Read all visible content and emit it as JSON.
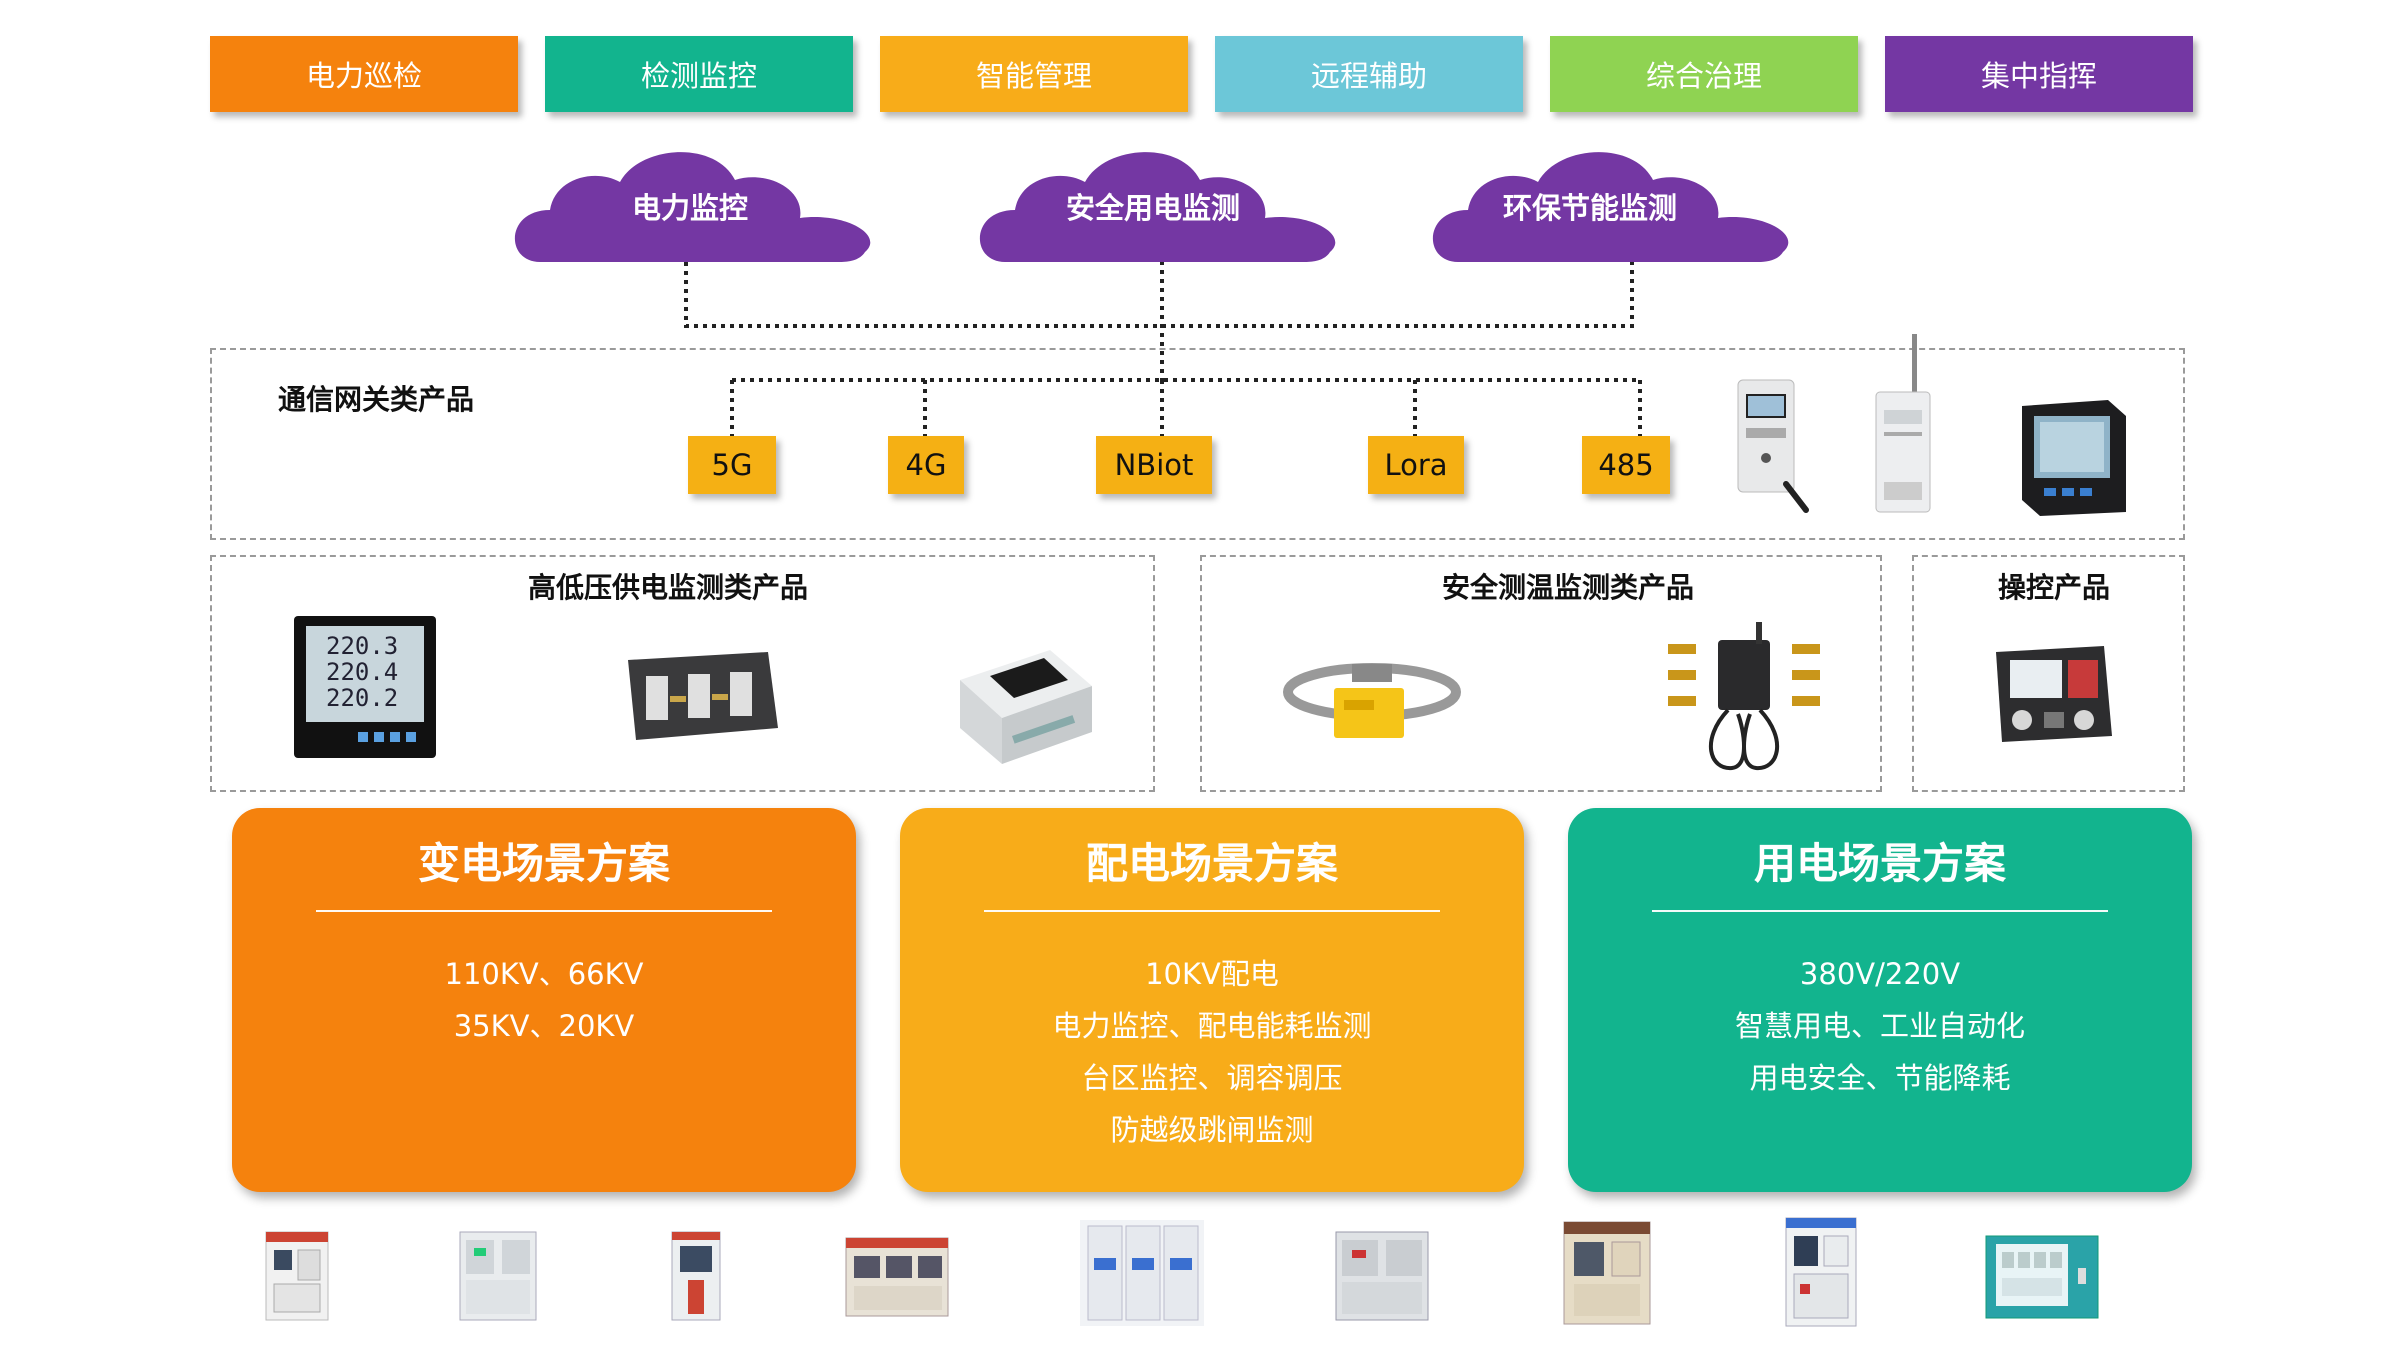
{
  "categories": [
    {
      "label": "电力巡检",
      "color": "#f5820d"
    },
    {
      "label": "检测监控",
      "color": "#12b48e"
    },
    {
      "label": "智能管理",
      "color": "#f8ac19"
    },
    {
      "label": "远程辅助",
      "color": "#6cc7d8"
    },
    {
      "label": "综合治理",
      "color": "#8fd352"
    },
    {
      "label": "集中指挥",
      "color": "#7437a3"
    }
  ],
  "clouds": [
    "电力监控",
    "安全用电监测",
    "环保节能监测"
  ],
  "gateway": {
    "title": "通信网关类产品",
    "protocols": [
      "5G",
      "4G",
      "NBiot",
      "Lora",
      "485"
    ]
  },
  "sections": {
    "hv": "高低压供电监测类产品",
    "temp": "安全测温监测类产品",
    "control": "操控产品"
  },
  "meter_readings": [
    "220.3",
    "220.4",
    "220.2"
  ],
  "scenarios": [
    {
      "title": "变电场景方案",
      "color": "#f5820d",
      "lines": [
        "110KV、66KV",
        "35KV、20KV"
      ]
    },
    {
      "title": "配电场景方案",
      "color": "#f8ac19",
      "lines": [
        "10KV配电",
        "电力监控、配电能耗监测",
        "台区监控、调容调压",
        "防越级跳闸监测"
      ]
    },
    {
      "title": "用电场景方案",
      "color": "#12b48e",
      "lines": [
        "380V/220V",
        "智慧用电、工业自动化",
        "用电安全、节能降耗"
      ]
    }
  ],
  "colors": {
    "cloud": "#7437a3",
    "protocol": "#f5b014",
    "frame": "#9a9a9a",
    "connector": "#222222"
  }
}
